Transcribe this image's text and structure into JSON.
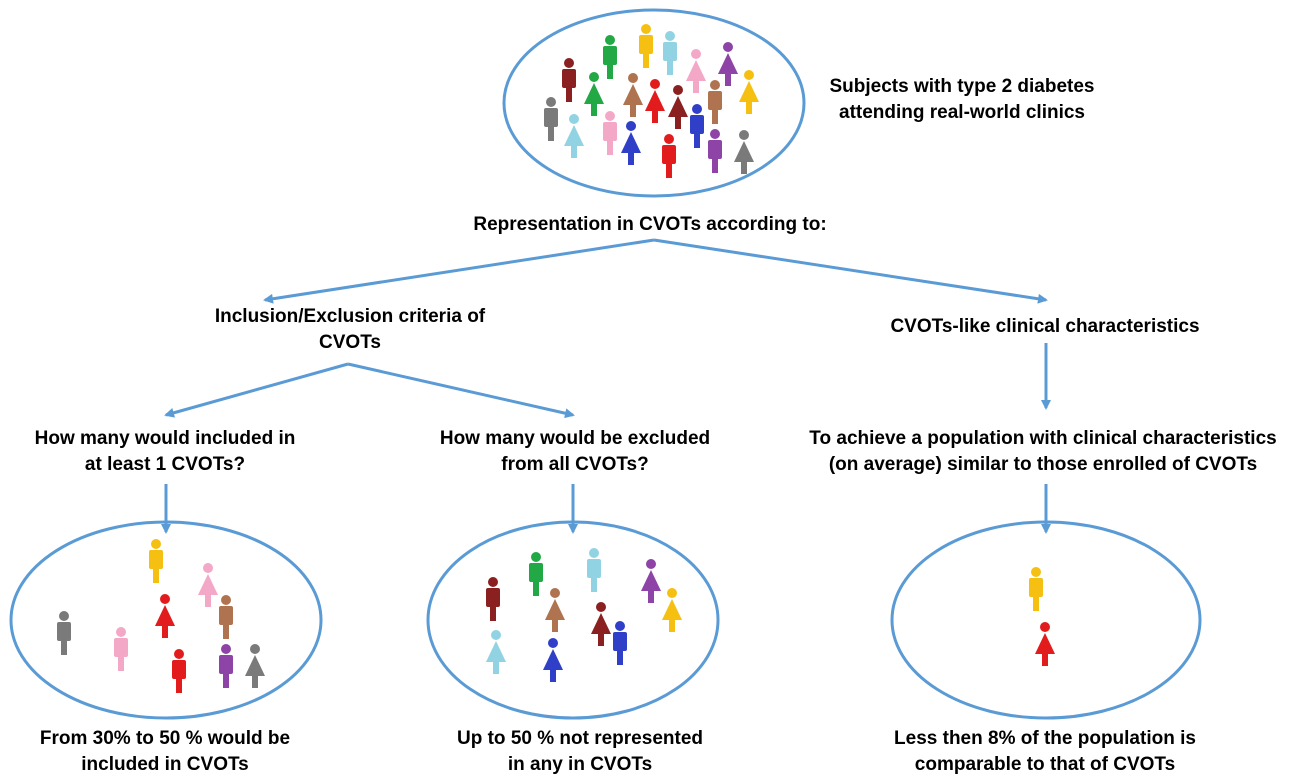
{
  "top": {
    "label_lines": [
      "Subjects with type 2 diabetes",
      "attending real-world clinics"
    ]
  },
  "representation_heading": "Representation in CVOTs according to:",
  "branches": {
    "inclusion": {
      "lines": [
        "Inclusion/Exclusion criteria of",
        "CVOTs"
      ]
    },
    "clinical": {
      "lines": [
        "CVOTs-like clinical characteristics"
      ]
    }
  },
  "questions": {
    "included": {
      "lines": [
        "How many would included in",
        "at least 1 CVOTs?"
      ]
    },
    "excluded": {
      "lines": [
        "How many would be excluded",
        "from all CVOTs?"
      ]
    },
    "achieve": {
      "lines": [
        "To achieve a population with clinical characteristics",
        "(on average) similar to those enrolled of CVOTs"
      ]
    }
  },
  "results": {
    "included": {
      "lines": [
        "From 30% to 50 % would be",
        "included in CVOTs"
      ]
    },
    "excluded": {
      "lines": [
        "Up to 50 % not represented",
        "in any in CVOTs"
      ]
    },
    "comparable": {
      "lines": [
        "Less then 8% of the population is",
        "comparable to that of CVOTs"
      ]
    }
  },
  "colors": {
    "arrow": "#5b9bd5",
    "ellipse_stroke": "#5b9bd5",
    "people": {
      "darkred": "#8b2020",
      "green": "#22a845",
      "gold": "#f5c011",
      "lightblue": "#92d3e3",
      "pink": "#f4a8c8",
      "purple": "#8e44a6",
      "brown": "#b07350",
      "red": "#e21c1c",
      "blue": "#2f3fc8",
      "gray": "#7a7a7a"
    }
  },
  "icons": [
    "male-person-icon",
    "female-person-icon",
    "arrow-icon"
  ]
}
